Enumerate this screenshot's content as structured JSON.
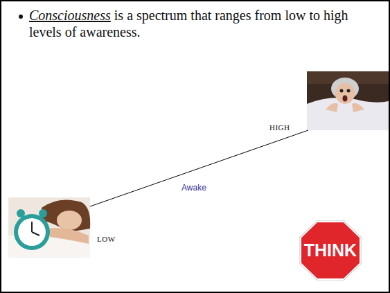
{
  "diagram": {
    "nodes": [
      {
        "text": [
          "THINK"
        ]
      }
    ],
    "labels": [
      "Consciousness",
      "is a spectrum that ranges from low to high levels of awareness.",
      "HIGH",
      "Awake",
      "LOW"
    ]
  }
}
